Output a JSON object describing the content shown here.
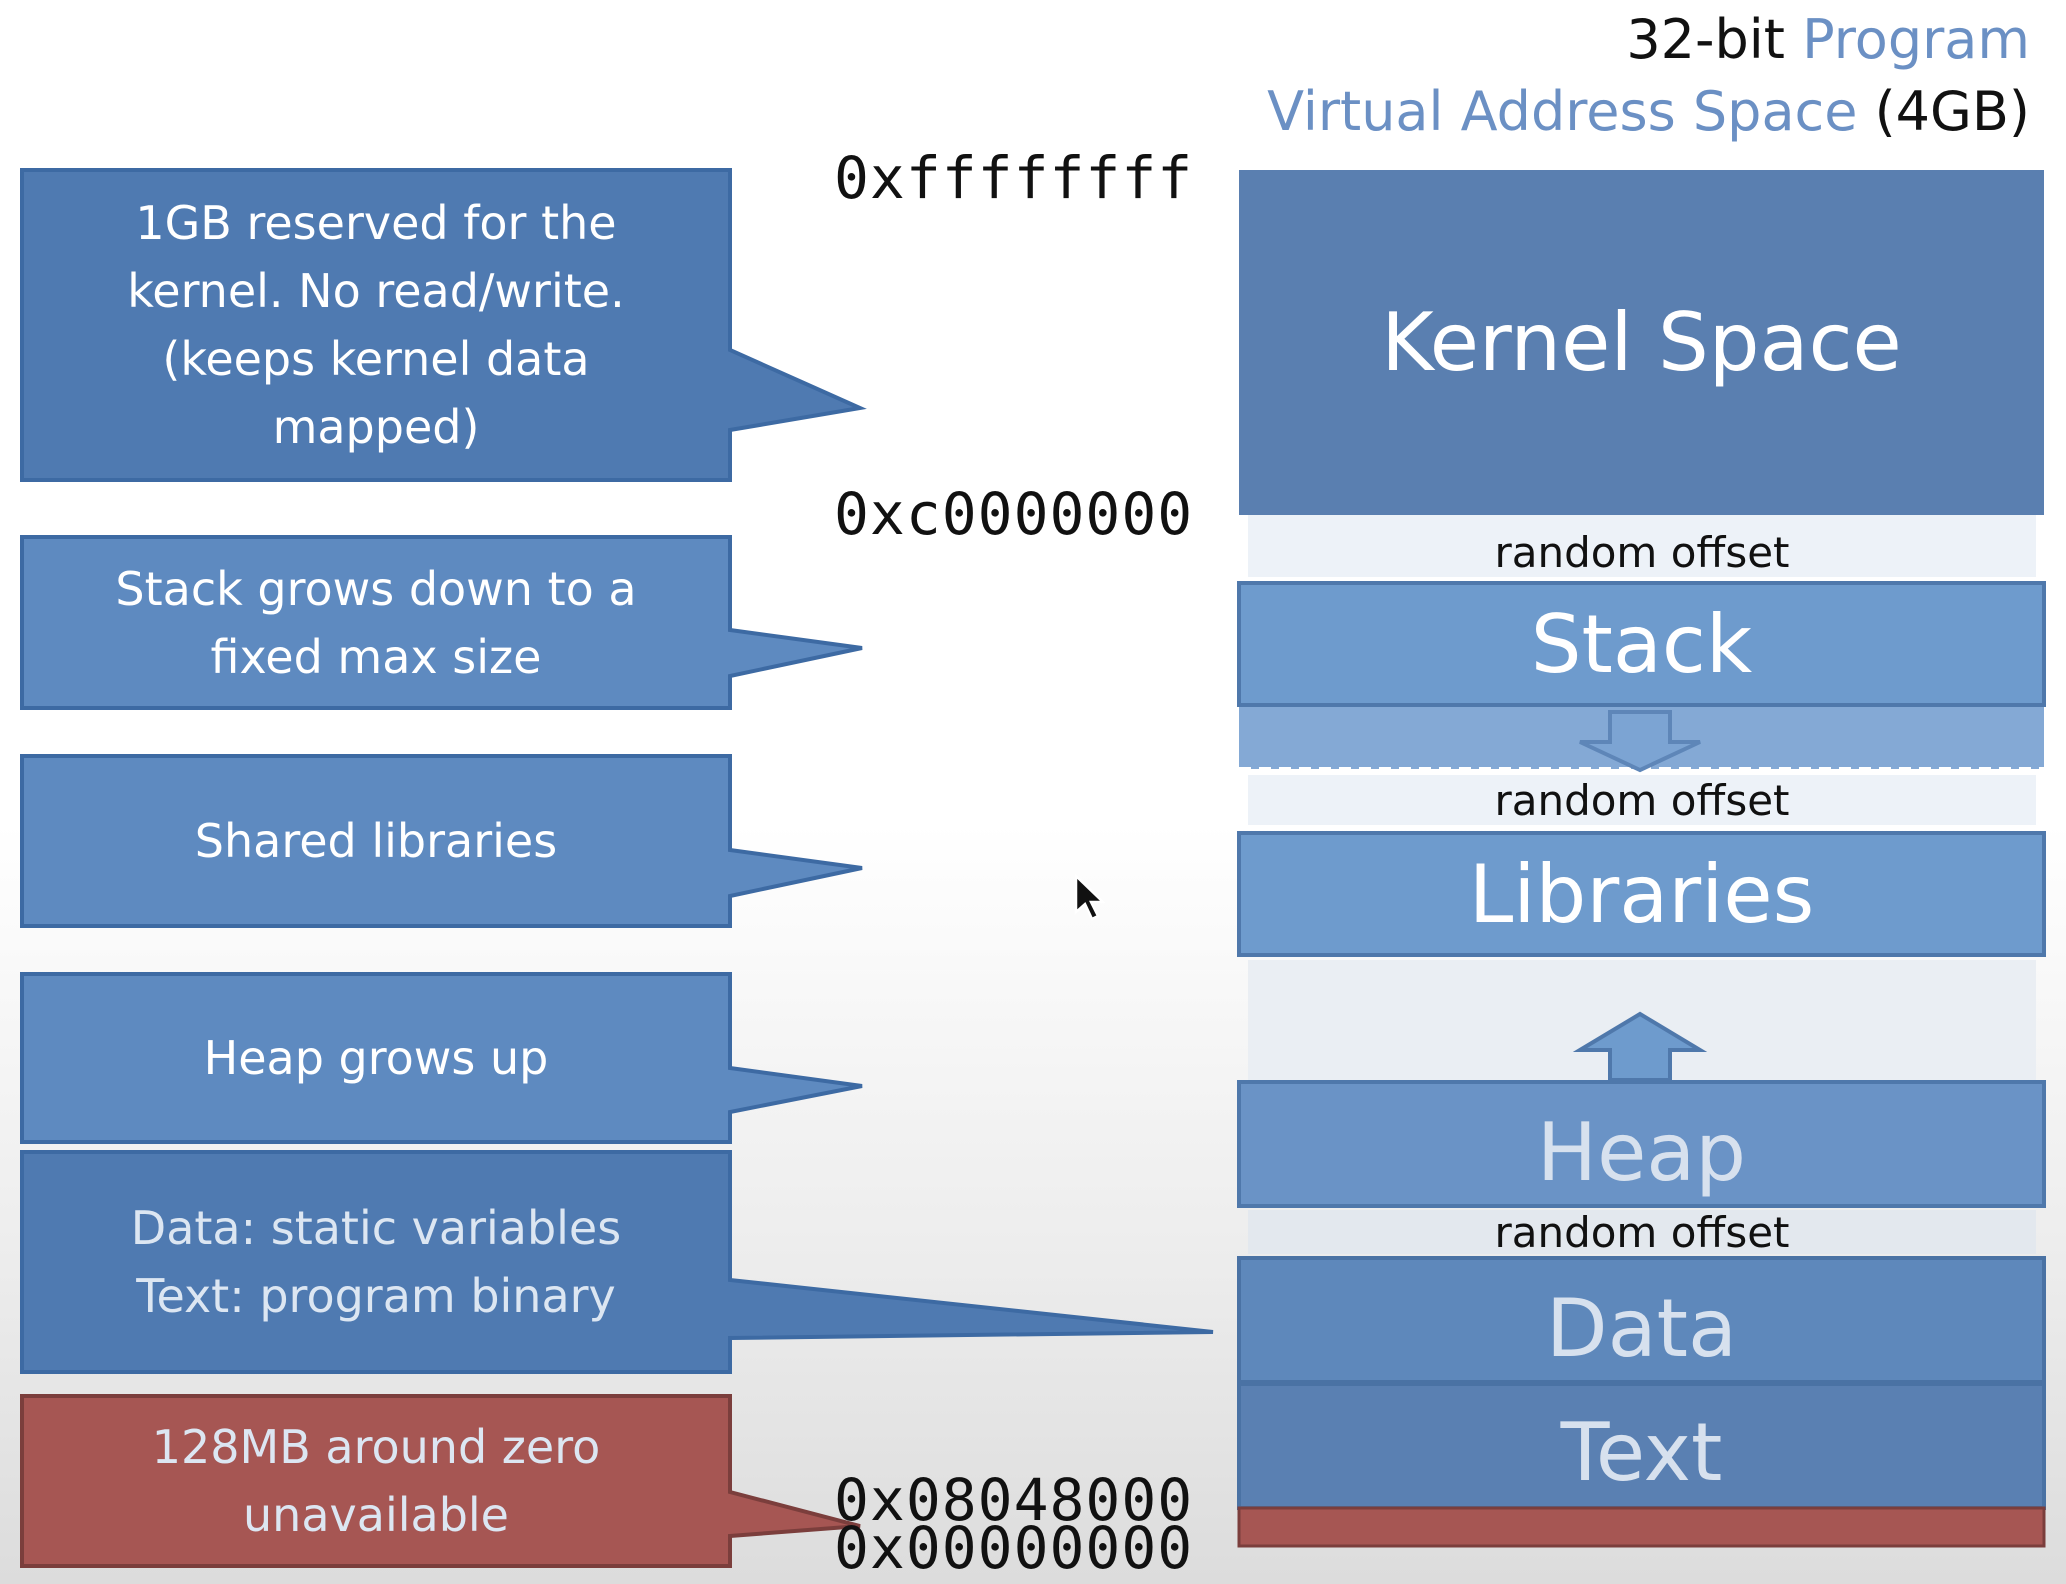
{
  "title": {
    "line1_plain": "32-bit ",
    "line1_blue": "Program",
    "line2_blue": "Virtual Address Space",
    "line2_plain": " (4GB)"
  },
  "addresses": {
    "top": "0xffffffff",
    "kernel_start": "0xc0000000",
    "text_start": "0x08048000",
    "zero": "0x00000000"
  },
  "segments": {
    "kernel": "Kernel Space",
    "offset1": "random offset",
    "stack": "Stack",
    "offset2": "random offset",
    "libraries": "Libraries",
    "heap": "Heap",
    "offset3": "random offset",
    "data": "Data",
    "text": "Text"
  },
  "callouts": {
    "kernel": "1GB reserved for the\nkernel. No read/write.\n(keeps kernel data\nmapped)",
    "stack": "Stack grows down to a\nfixed max size",
    "libraries": "Shared libraries",
    "heap": "Heap grows up",
    "data_text": "Data: static variables\nText: program binary",
    "null": "128MB around zero\nunavailable"
  },
  "icons": {
    "stack_growth": "down-arrow-icon",
    "heap_growth": "up-arrow-icon",
    "pointer": "mouse-cursor-icon"
  },
  "colors": {
    "kernel": "#5a7fb0",
    "stack": "#6e9bcd",
    "offset": "#edf2f8",
    "reserved": "#a65653",
    "callout": "#5e8ac0"
  }
}
